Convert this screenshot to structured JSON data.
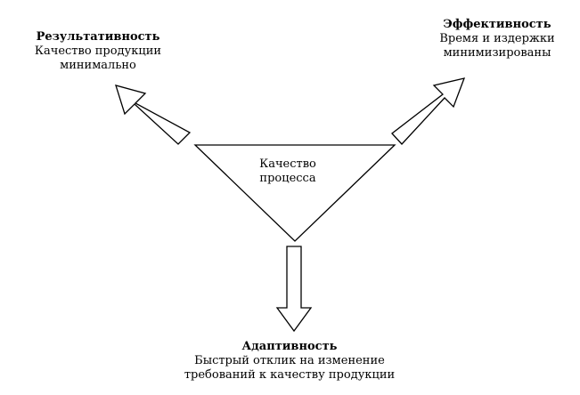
{
  "top_left": {
    "title": "Результативность",
    "lines": [
      "Качество продукции",
      "минимально"
    ]
  },
  "top_right": {
    "title": "Эффективность",
    "lines": [
      "Время и издержки",
      "минимизированы"
    ]
  },
  "center": {
    "lines": [
      "Качество",
      "процесса"
    ]
  },
  "bottom": {
    "title": "Адаптивность",
    "lines": [
      "Быстрый отклик на изменение",
      "требований к качеству продукции"
    ]
  },
  "colors": {
    "stroke": "#000000",
    "fill": "#ffffff"
  }
}
